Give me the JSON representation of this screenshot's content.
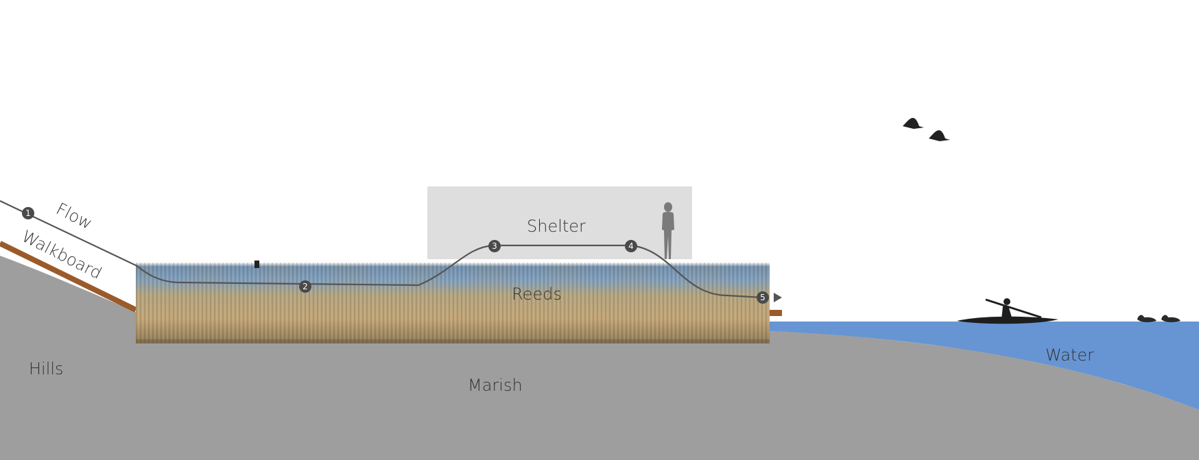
{
  "labels": {
    "flow": "Flow",
    "walkboard": "Walkboard",
    "shelter": "Shelter",
    "reeds": "Reeds",
    "hills": "Hills",
    "marish": "Marish",
    "water": "Water"
  },
  "markers": [
    "1",
    "2",
    "3",
    "4",
    "5"
  ],
  "colors": {
    "ground": "#9e9e9e",
    "water": "#6795d3",
    "walkboard": "#9b5a2a",
    "shelter": "#dedede",
    "flow_line": "#555555",
    "marker": "#4a4a4a"
  },
  "icons": [
    "person-silhouette-icon",
    "kayaker-icon",
    "flying-birds-icon",
    "ducks-icon",
    "arrow-right-icon"
  ]
}
